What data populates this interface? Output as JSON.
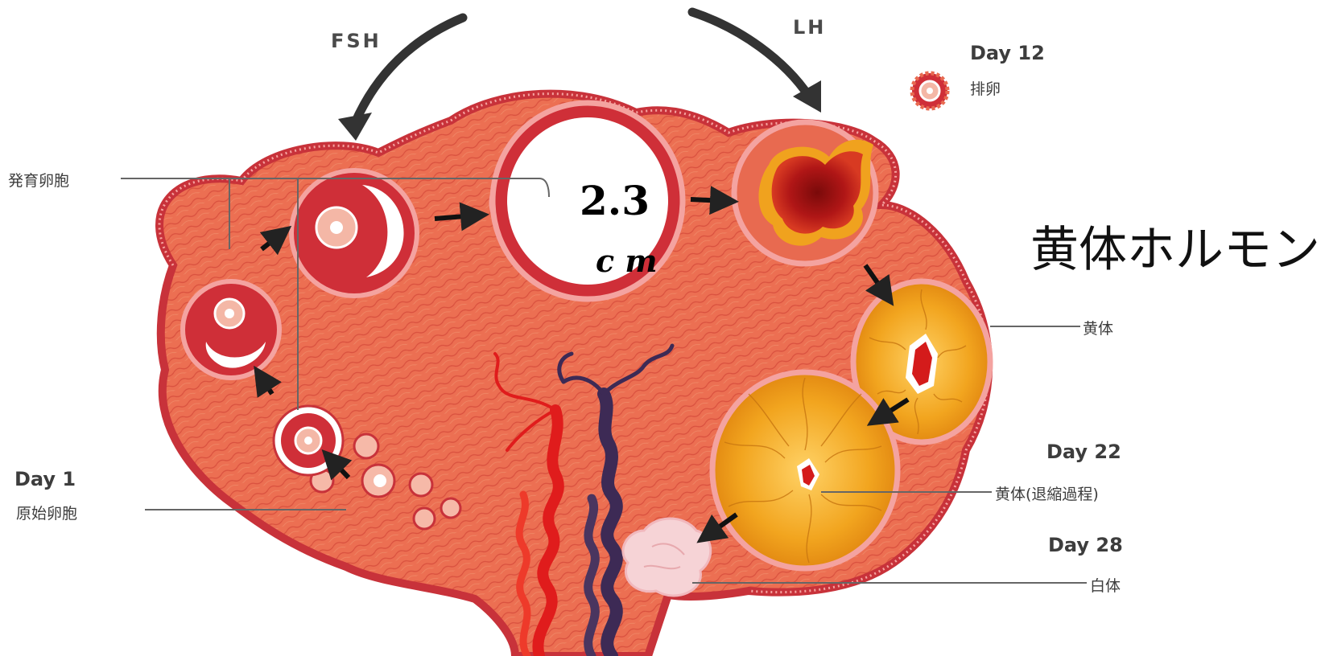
{
  "hormones": {
    "fsh": "FSH",
    "lh": "LH"
  },
  "days": {
    "day1": "Day 1",
    "day12": "Day 12",
    "day22": "Day 22",
    "day28": "Day 28"
  },
  "labels": {
    "developing_follicle": "発育卵胞",
    "primordial_follicle": "原始卵胞",
    "ovulation": "排卵",
    "corpus_luteum": "黄体",
    "corpus_luteum_regressing": "黄体(退縮過程)",
    "corpus_albicans": "白体"
  },
  "measurement": {
    "value": "2.3",
    "unit": "c m"
  },
  "annotation": "黄体ホルモン",
  "colors": {
    "ovary": "#ea6a4e",
    "ovary_edge": "#d23c3c",
    "follicle_ring": "#cf2f38",
    "corpus_luteum": "#f0a21e",
    "arrow": "#333333",
    "vessel_red": "#e01c1c",
    "vessel_dark": "#3d2a55"
  }
}
